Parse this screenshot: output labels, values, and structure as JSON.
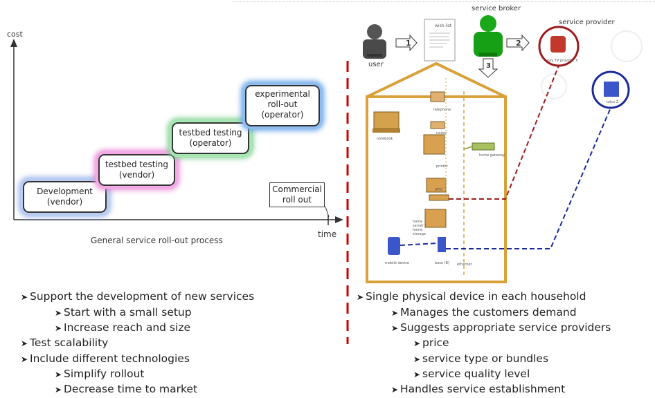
{
  "left": {
    "cost_label": "cost",
    "time_label": "time",
    "caption": "General service roll-out process",
    "stages": [
      {
        "line1": "Development",
        "line2": "(vendor)"
      },
      {
        "line1": "testbed testing",
        "line2": "(vendor)"
      },
      {
        "line1": "testbed testing",
        "line2": "(operator)"
      },
      {
        "line1": "experimental",
        "line2": "roll-out",
        "line3": "(operator)"
      }
    ],
    "commercial": {
      "line1": "Commercial",
      "line2": "roll out"
    },
    "bullets": [
      "Support the development of new services",
      "Start with a small setup",
      "Increase reach and size",
      "Test scalability",
      "Include different technologies",
      "Simplify rollout",
      "Decrease time to market"
    ]
  },
  "right": {
    "top_labels": {
      "service_broker": "service broker",
      "service_provider": "service provider",
      "user": "user"
    },
    "wishlist_title": "wish list",
    "steps": [
      "1",
      "2",
      "3"
    ],
    "devices": {
      "notebook": "notebook",
      "telephone": "telephone",
      "printer": "printer",
      "router": "router",
      "gateway": "home gateway",
      "tv": "IPTV",
      "storage": "home server / home storage",
      "mobile": "mobile device",
      "base": "base (B)",
      "ethernet": "ethernet",
      "provider1": "pay TV provider X",
      "provider2": "telco Z"
    },
    "bullets": [
      "Single physical device in each household",
      "Manages the customers demand",
      "Suggests appropriate service providers",
      "price",
      "service type or bundles",
      "service quality level",
      "Handles service establishment"
    ]
  },
  "colors": {
    "divider": "#cc0000",
    "house": "#d9a13a",
    "provider_red": "#9b1b1b",
    "provider_blue": "#1b2a9b",
    "broker_green": "#1aa81a"
  }
}
